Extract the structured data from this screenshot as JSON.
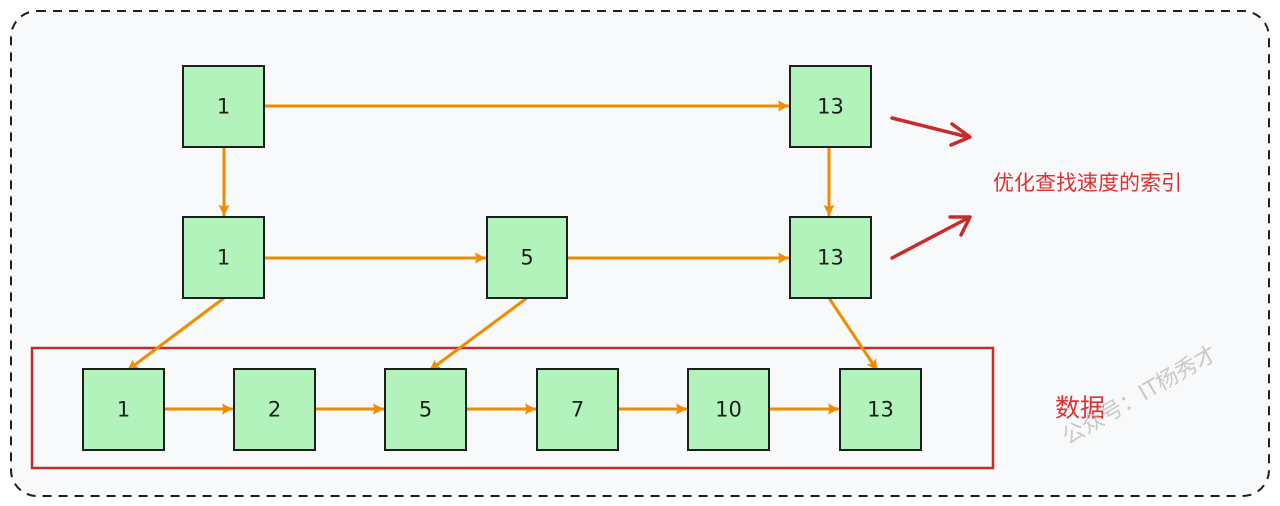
{
  "levels": {
    "top": [
      "1",
      "13"
    ],
    "middle": [
      "1",
      "5",
      "13"
    ],
    "bottom": [
      "1",
      "2",
      "5",
      "7",
      "10",
      "13"
    ]
  },
  "labels": {
    "index_label": "优化查找速度的索引",
    "data_label": "数据"
  },
  "watermark": "公众号：IT杨秀才",
  "colors": {
    "node_fill": "#b2f2bb",
    "node_stroke": "#1e1e1e",
    "arrow": "#f08c00",
    "highlight_red": "#c92a2a",
    "frame_dash": "#1e1e1e",
    "background": "#f8f9fa"
  }
}
